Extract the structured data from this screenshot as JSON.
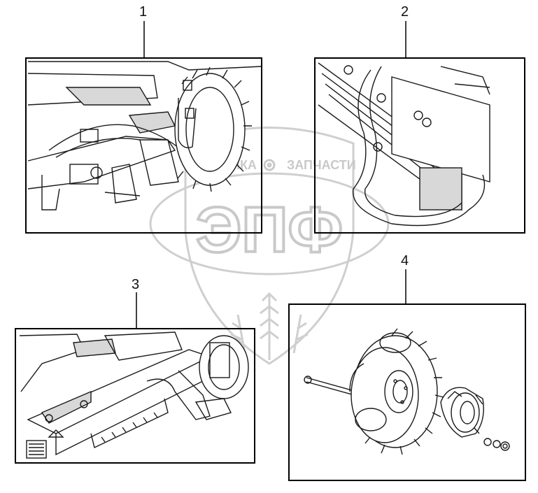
{
  "panels": [
    {
      "number": "1"
    },
    {
      "number": "2"
    },
    {
      "number": "3"
    },
    {
      "number": "4"
    }
  ],
  "watermark": {
    "left_text": "ТЕХНИКА",
    "right_text": "ЗАПЧАСТИ",
    "logo_text": "ЭПФ",
    "color": "#c9c9c9"
  },
  "colors": {
    "line": "#1a1a1a",
    "frame": "#000000",
    "shade": "#d8d8d8"
  }
}
